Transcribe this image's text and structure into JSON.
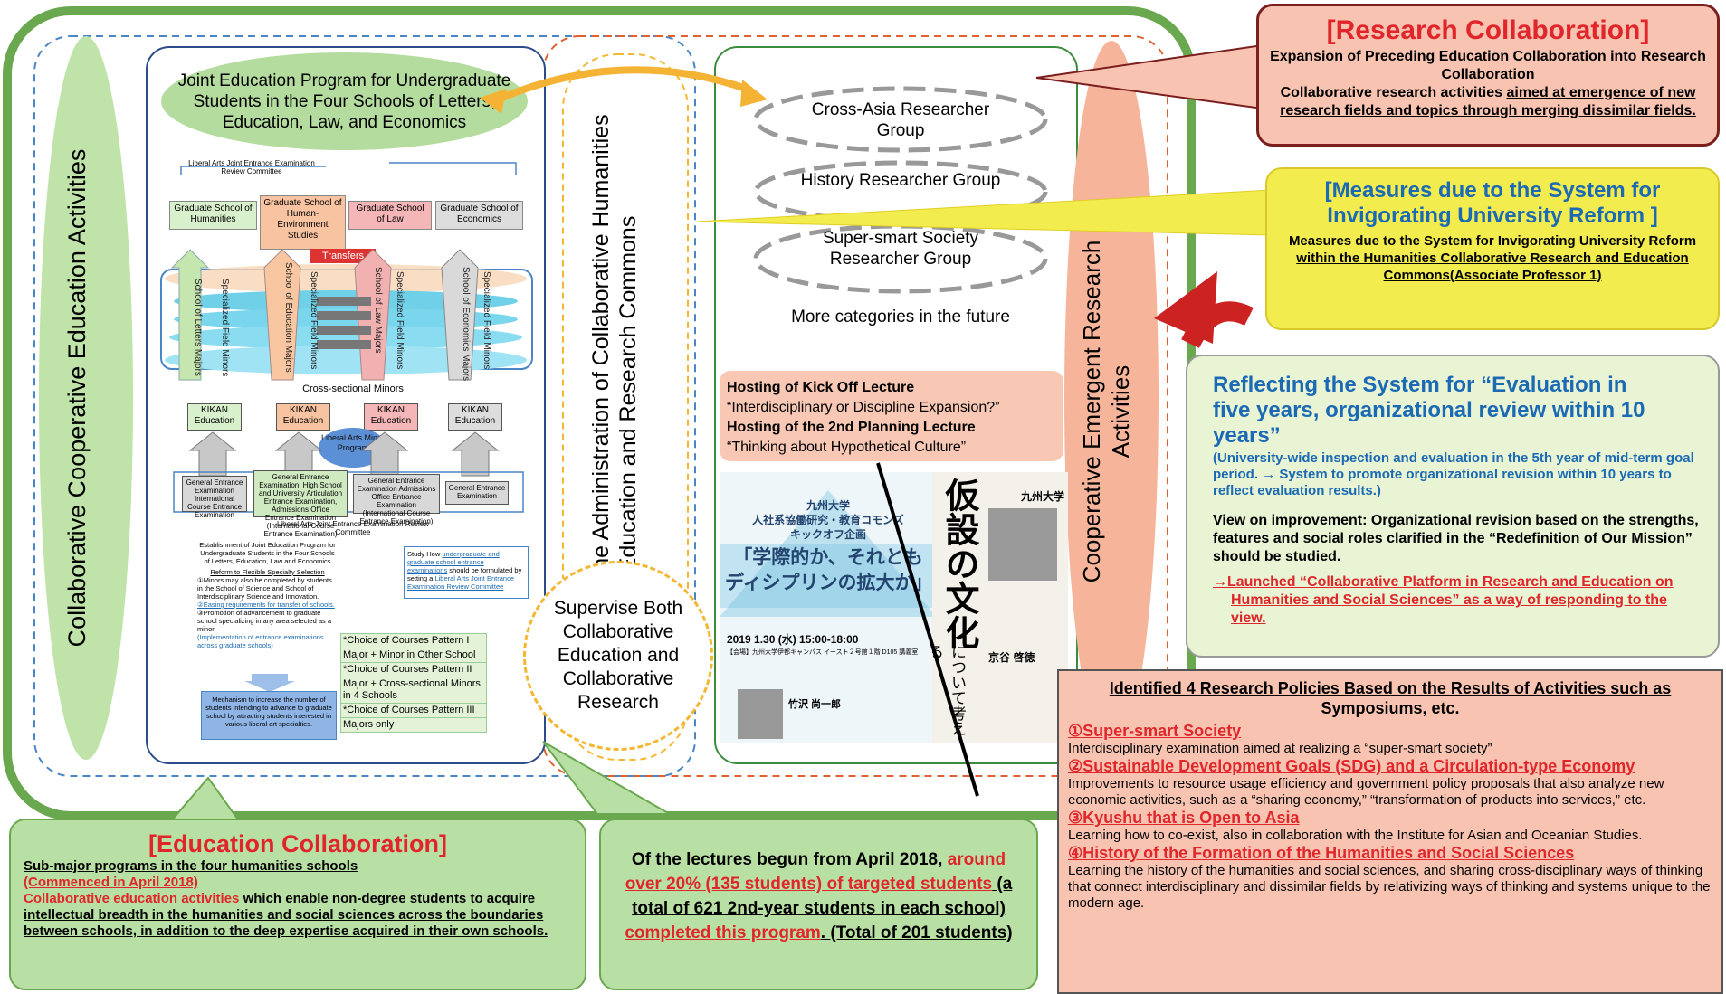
{
  "left_label": "Collaborative Cooperative Education Activities",
  "office_label": "Office for the Administration of Collaborative Humanities Education and Research Commons",
  "right_label": "Cooperative Emergent Research Activities",
  "joint_program": "Joint Education Program for Undergraduate Students in the Four Schools of Letters, Education, Law, and Economics",
  "lajerc": "Liberal Arts Joint Entrance Examination Review Committee",
  "grad_schools": [
    "Graduate School of Humanities",
    "Graduate School of Human-Environment Studies",
    "Graduate School of Law",
    "Graduate School of Economics"
  ],
  "transfers": "Transfers",
  "columns": [
    "School of Letters Majors",
    "Specialized Field Minors",
    "School of Education Majors",
    "Specialized Field Minors",
    "School of Law Majors",
    "Specialized Field Minors",
    "School of Economics Majors",
    "Specialized Field Minors"
  ],
  "cross_sectional": "Cross-sectional Minors",
  "kikan": [
    "KIKAN Education",
    "KIKAN Education",
    "KIKAN Education",
    "KIKAN Education"
  ],
  "liberal_arts_minor": "Liberal Arts Minor Program",
  "entrance": [
    "General Entrance Examination International Course Entrance Examination",
    "General Entrance Examination, High School and University Articulation Entrance Examination, Admissions Office Entrance Examination (International Course Entrance Examination)",
    "General Entrance Examination Admissions Office Entrance Examination (International Course Entrance Examination)",
    "General Entrance Examination"
  ],
  "lajerc_bottom": "Liberal Arts Joint Entrance Examination Review Committee",
  "establishment": {
    "title": "Establishment of Joint Education Program for Undergraduate Students in the Four Schools of Letters, Education, Law and Economics",
    "reform": "Reform to Flexible Specialty Selection",
    "p1": "①Minors may also be completed by students in the School of Science and School of Interdisciplinary Science and Innovation.",
    "p2": "②Easing requirements for transfer of schools.",
    "p3a": "③Promotion of advancement to graduate school specializing in any area selected as a minor.",
    "p3b": "(Implementation of entrance examinations across graduate schools)"
  },
  "study_box": {
    "pre": "Study How ",
    "link": "undergraduate and graduate school entrance examinations",
    "mid": " should be formulated by setting a ",
    "link2": "Liberal Arts Joint Entrance Examination Review Committee"
  },
  "mechanism": "Mechanism to increase the number of students intending to advance to graduate school by attracting students interested in various liberal art specialties.",
  "choices": [
    "*Choice of Courses Pattern I",
    "Major + Minor in Other School",
    "*Choice of Courses Pattern II",
    "Major + Cross-sectional Minors in 4 Schools",
    "*Choice of Courses Pattern III",
    "Majors only"
  ],
  "groups": [
    "Cross-Asia Researcher Group",
    "History Researcher Group",
    "Super-smart Society Researcher Group"
  ],
  "more_categories": "More categories in the future",
  "kickoff": {
    "h1": "Hosting of Kick Off Lecture",
    "t1": "“Interdisciplinary or Discipline Expansion?”",
    "h2": "Hosting of the 2nd Planning Lecture",
    "t2": "“Thinking about Hypothetical Culture”"
  },
  "poster1": {
    "org": "九州大学",
    "sub": "人社系協働研究・教育コモンズ",
    "event": "キックオフ企画",
    "headline": "「学際的か、それとも ディシプリンの拡大か」",
    "date": "2019 1.30 (水) 15:00-18:00",
    "venue": "【会場】九州大学伊都キャンパス イースト２号館１階 D105 講義室",
    "speaker": "竹沢 尚一郎"
  },
  "poster2": {
    "title": "仮設の文化",
    "sub": "について考える",
    "org": "九州大学",
    "name": "京谷 啓徳"
  },
  "supervise": "Supervise Both Collaborative Education and Collaborative Research",
  "research": {
    "title": "[Research Collaboration]",
    "l1": "Expansion of Preceding Education Collaboration into Research Collaboration",
    "l2a": "Collaborative research activities ",
    "l2b": "aimed at emergence of new research fields and topics through merging dissimilar fields."
  },
  "measures": {
    "title": "[Measures due to the System for Invigorating University Reform ]",
    "l1": "Measures due to the System for Invigorating University Reform ",
    "l2": "within the Humanities Collaborative Research and Education Commons(Associate Professor 1)"
  },
  "reflecting": {
    "title": "Reflecting the System for “Evaluation in five years, organizational review within 10 years”",
    "sub": "(University-wide inspection and evaluation in the 5th year of mid-term goal period. → System to promote organizational revision within 10 years to reflect evaluation results.)",
    "view": "View on improvement: Organizational revision based on the strengths, features and social roles clarified in the “Redefinition of Our Mission” should be studied.",
    "launched": "→Launched “Collaborative Platform in Research and Education on Humanities and Social Sciences” as a way of responding to the view."
  },
  "policies": {
    "header": "Identified 4 Research Policies Based on the Results of Activities such as Symposiums, etc.",
    "items": [
      {
        "title": "①Super-smart Society",
        "text": "Interdisciplinary examination aimed at realizing a “super-smart society”"
      },
      {
        "title": "②Sustainable Development Goals (SDG) and a Circulation-type Economy",
        "text": "Improvements to resource usage efficiency and government policy proposals that also analyze new economic activities, such as a “sharing economy,” “transformation of products into services,” etc."
      },
      {
        "title": "③Kyushu that is Open to Asia",
        "text": "Learning how to co-exist, also in collaboration with the Institute for Asian and Oceanian Studies."
      },
      {
        "title": "④History of the Formation of the Humanities and Social Sciences",
        "text": "Learning the history of the humanities and social sciences, and sharing cross-disciplinary ways of thinking that connect interdisciplinary and dissimilar fields by relativizing ways of thinking and systems unique to the modern age."
      }
    ]
  },
  "education": {
    "title": "[Education Collaboration]",
    "l1": "Sub-major programs in the four humanities schools",
    "l2": "(Commenced in April 2018)",
    "l3a": "Collaborative education activities",
    "l3b": " which enable non-degree students to acquire intellectual breadth in the humanities and social sciences across the boundaries between schools, in addition to the deep expertise acquired in their own schools."
  },
  "lectures": {
    "a": "Of the lectures begun from April 2018, ",
    "b": "around over 20% (135 students) of targeted students",
    "c": " (a total of 621 2nd-year students in each school) ",
    "d": "completed this program",
    "e": ". (Total of 201 students)"
  }
}
